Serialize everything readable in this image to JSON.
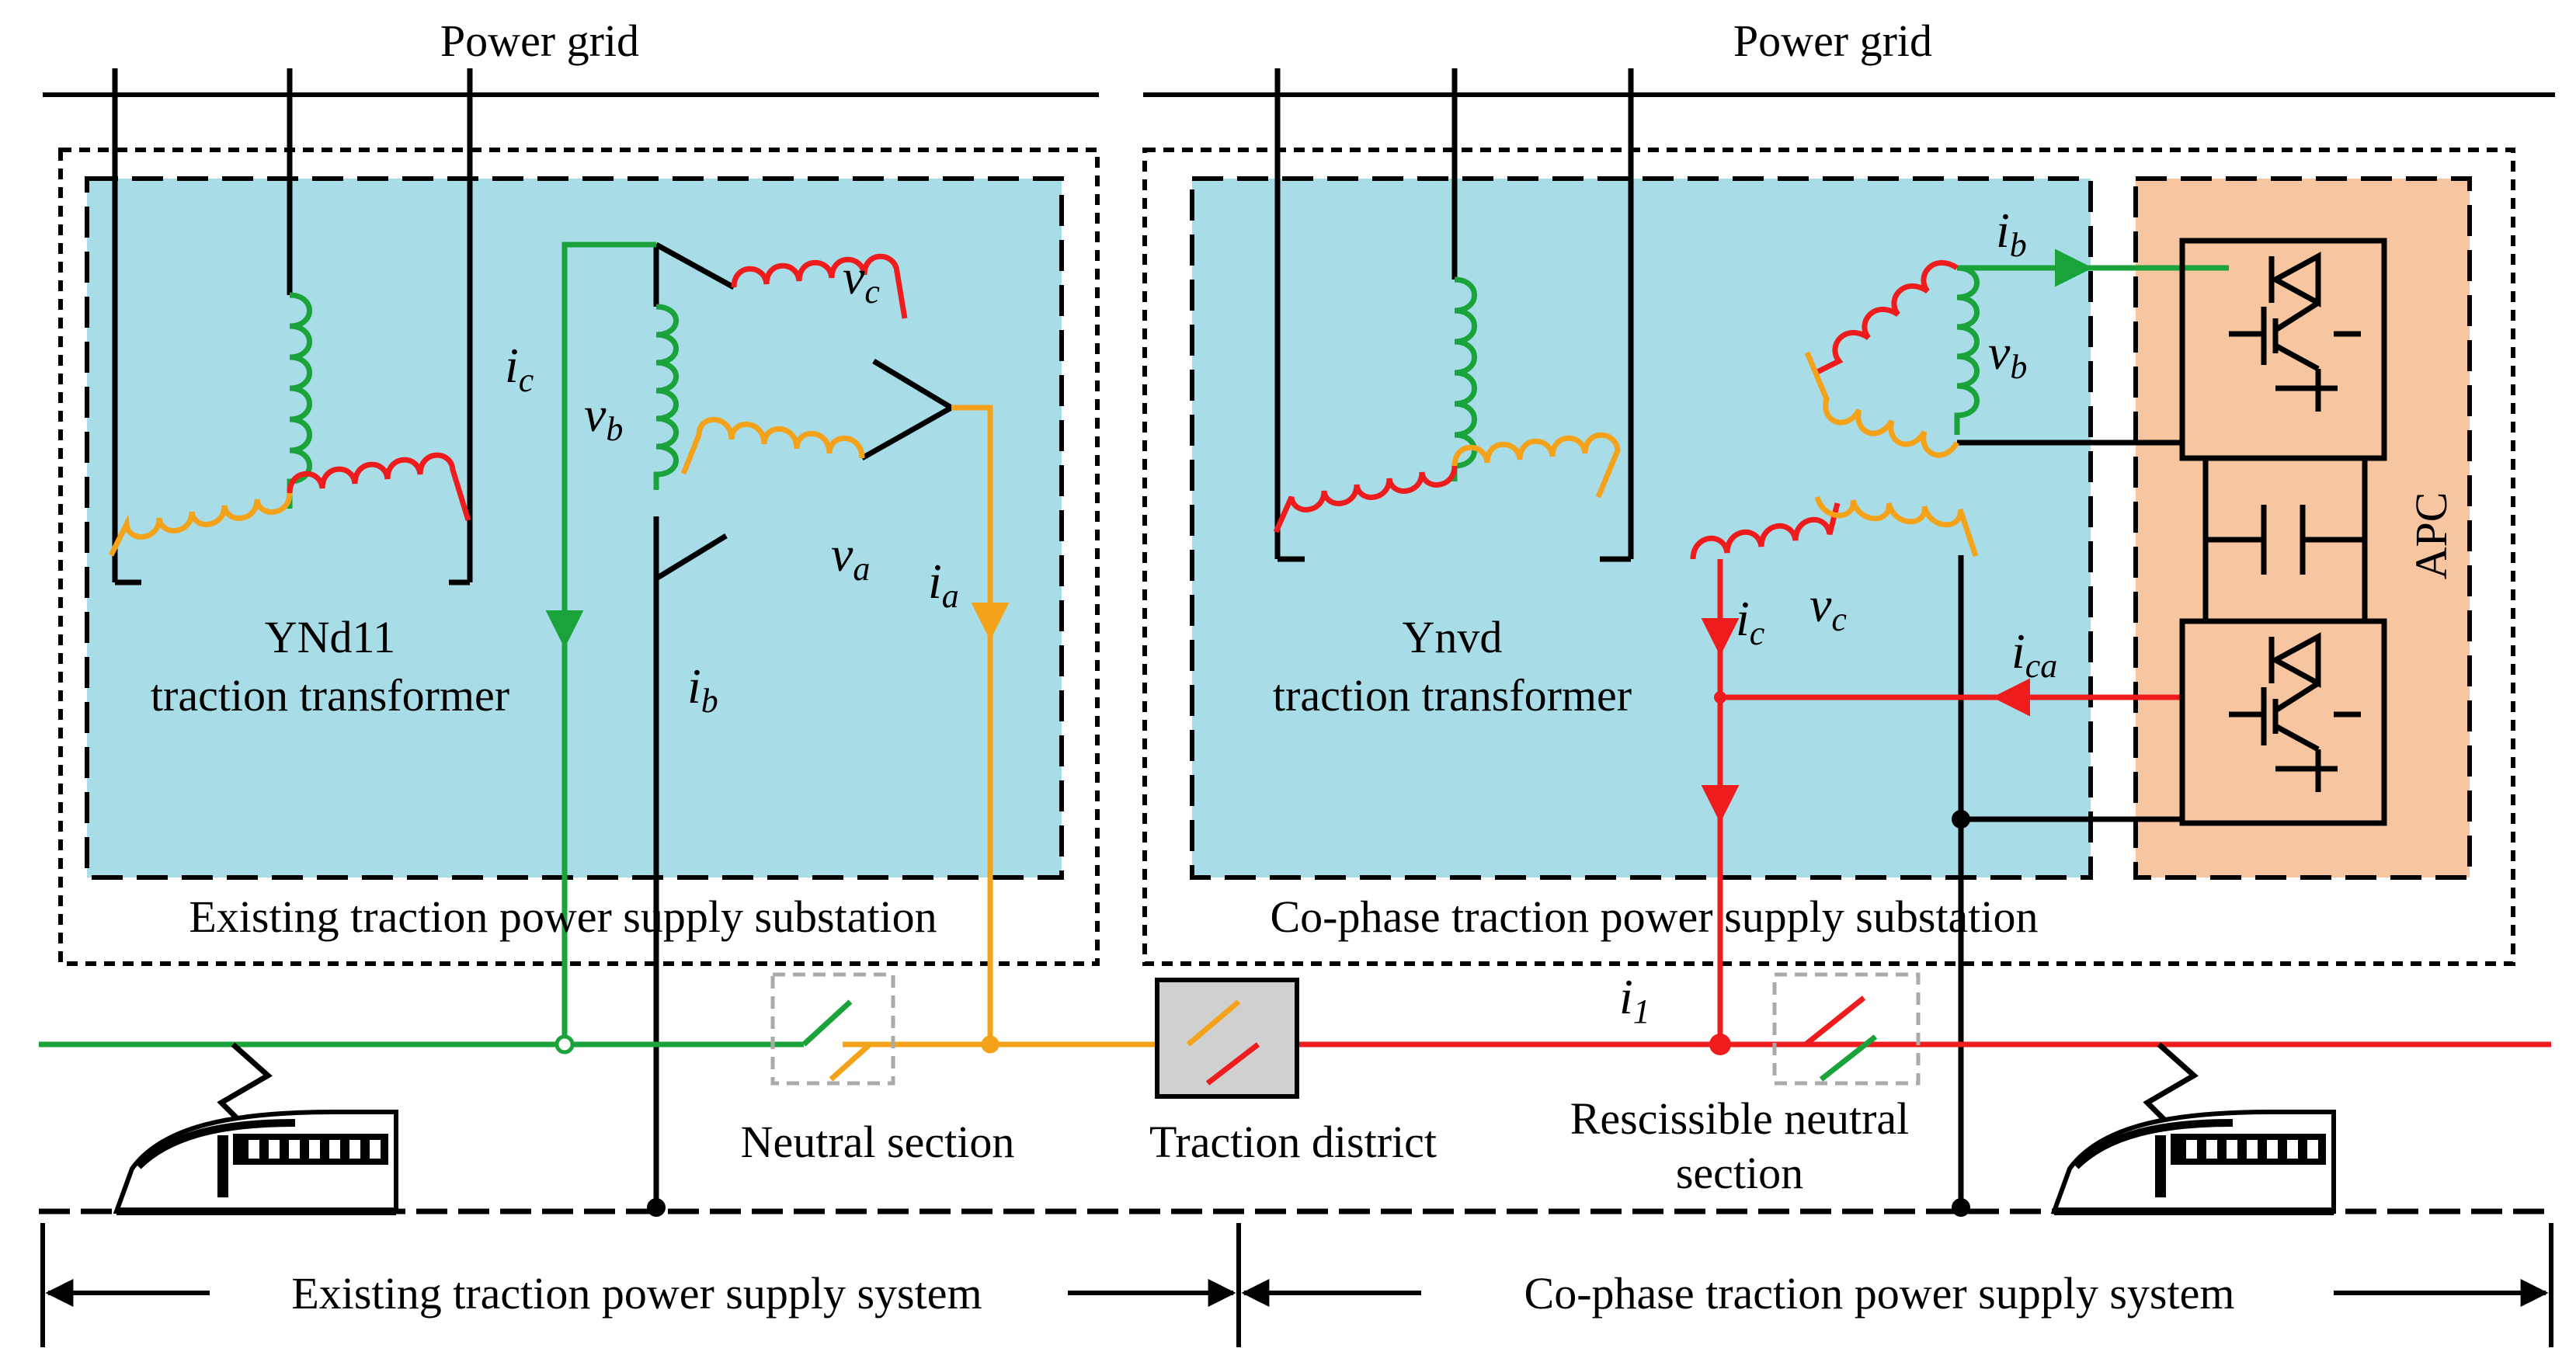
{
  "power_grid": [
    "Power grid",
    "Power grid"
  ],
  "existing_substation": {
    "transformer_name": "YNd11",
    "transformer_desc": "traction transformer",
    "substation_label": "Existing traction power supply substation"
  },
  "cophase_substation": {
    "transformer_name": "Ynvd",
    "transformer_desc": "traction transformer",
    "substation_label": "Co-phase traction power supply substation",
    "apc_label": "APC"
  },
  "symbols": {
    "i": "i",
    "v": "v",
    "a": "a",
    "b": "b",
    "c": "c",
    "ca": "ca",
    "one": "1"
  },
  "line": {
    "neutral_section": "Neutral section",
    "traction_district": "Traction district",
    "rescissible_1": "Rescissible neutral",
    "rescissible_2": "section"
  },
  "systems": {
    "existing": "Existing traction power supply system",
    "cophase": "Co-phase traction power supply system"
  },
  "colors": {
    "green": "#1aa33a",
    "orange": "#f5a21b",
    "red": "#ee1c1c",
    "substation_fill": "#a8dde8",
    "apc_fill": "#f8c5a1",
    "district_fill": "#d0d0d0"
  }
}
